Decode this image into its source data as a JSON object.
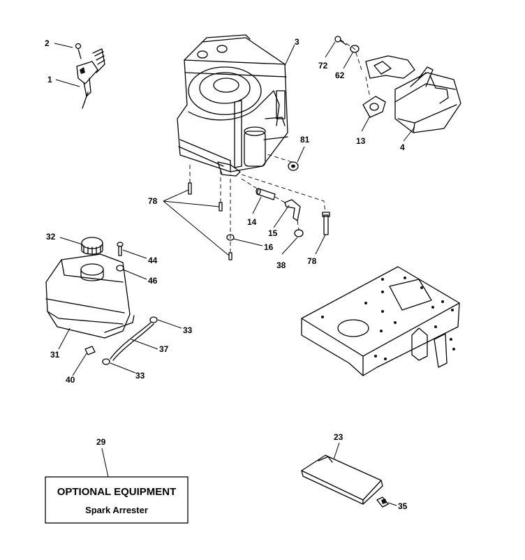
{
  "callouts": {
    "c1": "1",
    "c2": "2",
    "c3": "3",
    "c72": "72",
    "c62": "62",
    "c13": "13",
    "c4": "4",
    "c81": "81",
    "c78a": "78",
    "c14": "14",
    "c15": "15",
    "c16": "16",
    "c38": "38",
    "c78b": "78",
    "c32": "32",
    "c44": "44",
    "c46": "46",
    "c31": "31",
    "c33a": "33",
    "c37": "37",
    "c40": "40",
    "c33b": "33",
    "c29": "29",
    "c23": "23",
    "c35": "35"
  },
  "optional_box": {
    "title": "OPTIONAL EQUIPMENT",
    "subtitle": "Spark Arrester"
  }
}
